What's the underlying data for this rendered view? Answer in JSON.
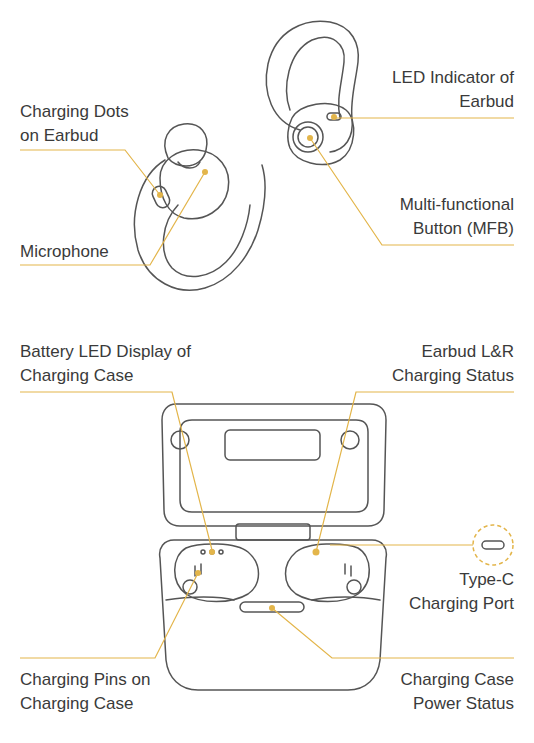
{
  "diagram": {
    "labels": [
      "Charging Dots on Earbud",
      "LED Indicator of Earbud",
      "Multi-functional Button (MFB)",
      "Microphone",
      "Battery LED Display of Charging Case",
      "Earbud L&R Charging Status",
      "Type-C Charging Port",
      "Charging Pins on Charging Case",
      "Charging Case Power Status"
    ]
  }
}
